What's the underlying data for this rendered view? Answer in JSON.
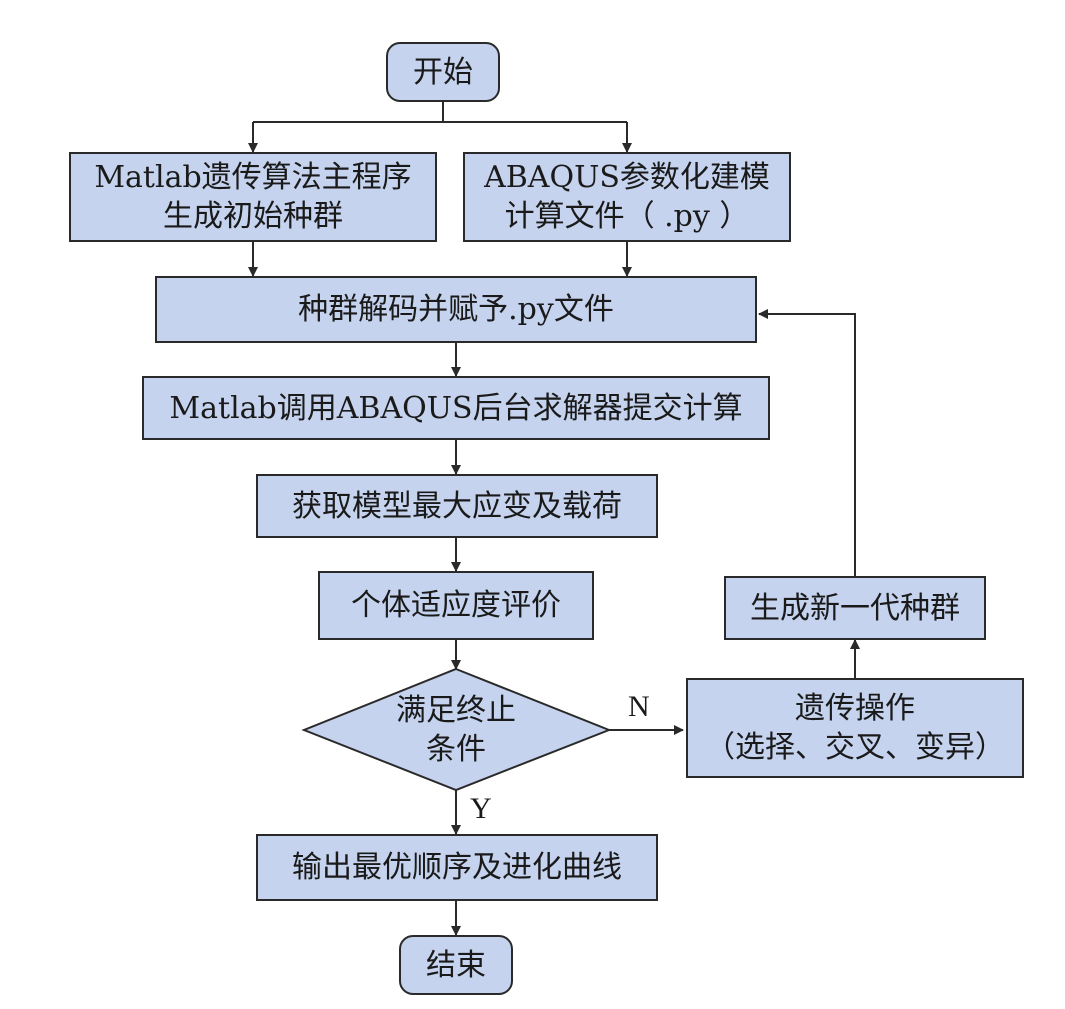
{
  "nodes": {
    "start": "开始",
    "matlab_main": [
      "Matlab遗传算法主程序",
      "生成初始种群"
    ],
    "abaqus_param": [
      "ABAQUS参数化建模",
      "计算文件（ .py ）"
    ],
    "decode": "种群解码并赋予.py文件",
    "submit": "Matlab调用ABAQUS后台求解器提交计算",
    "obtain": "获取模型最大应变及载荷",
    "fitness": "个体适应度评价",
    "condition": [
      "满足终止",
      "条件"
    ],
    "genetic_ops": [
      "遗传操作",
      "（选择、交叉、变异）"
    ],
    "new_gen": "生成新一代种群",
    "output": "输出最优顺序及进化曲线",
    "end": "结束"
  },
  "edge_labels": {
    "no": "N",
    "yes": "Y"
  },
  "colors": {
    "node_fill": "#c5d3ee",
    "stroke": "#2a2a2a"
  }
}
